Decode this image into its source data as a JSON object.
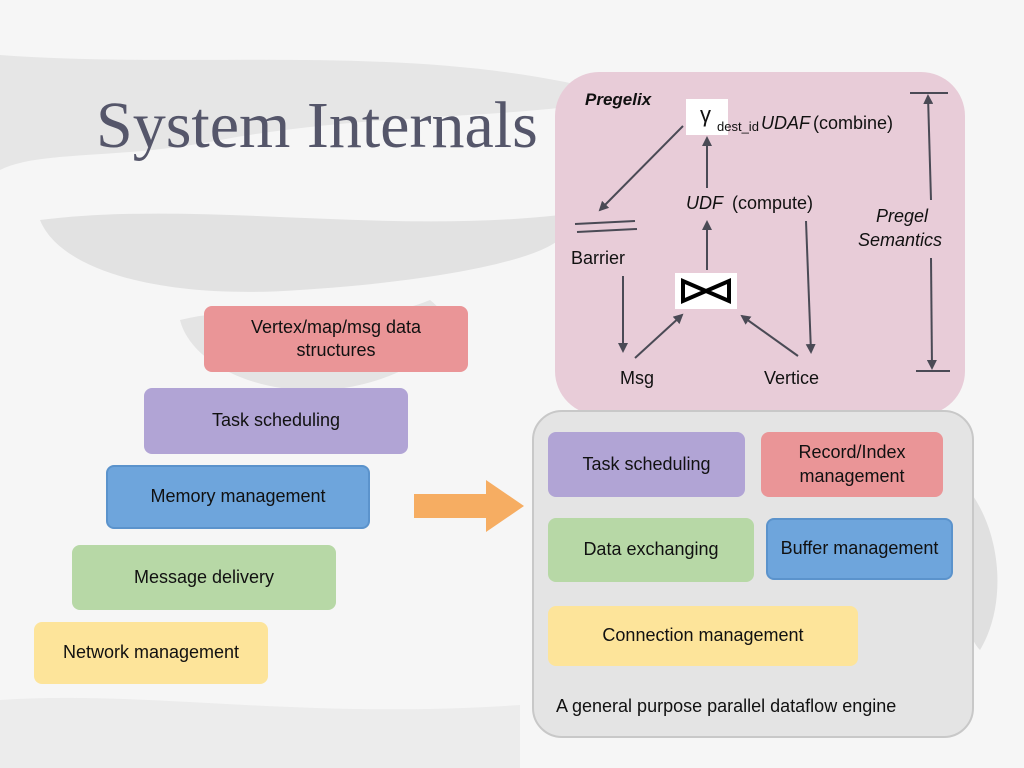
{
  "title": "System Internals",
  "left_stack": [
    {
      "label": "Vertex/map/msg data structures",
      "color": "#ea9597"
    },
    {
      "label": "Task scheduling",
      "color": "#b1a4d5"
    },
    {
      "label": "Memory management",
      "color": "#6ea5dc"
    },
    {
      "label": "Message delivery",
      "color": "#b7d8a6"
    },
    {
      "label": "Network management",
      "color": "#fde49a"
    }
  ],
  "arrow_color": "#f6ad62",
  "pregelix": {
    "title": "Pregelix",
    "gamma_symbol": "γ",
    "gamma_subscript": "dest_id",
    "udaf_label": "UDAF",
    "combine_label": "(combine)",
    "udf_label": "UDF",
    "compute_label": "(compute)",
    "barrier_label": "Barrier",
    "msg_label": "Msg",
    "vertice_label": "Vertice",
    "semantics_line1": "Pregel",
    "semantics_line2": "Semantics",
    "join_icon": "bowtie-join-icon",
    "panel_color": "#e8ccd8"
  },
  "engine": {
    "boxes": [
      {
        "label": "Task scheduling",
        "color": "#b1a4d5"
      },
      {
        "label": "Record/Index management",
        "color": "#ea9597"
      },
      {
        "label": "Data exchanging",
        "color": "#b7d8a6"
      },
      {
        "label": "Buffer management",
        "color": "#6ea5dc"
      },
      {
        "label": "Connection management",
        "color": "#fde49a"
      }
    ],
    "caption": "A general purpose parallel dataflow engine"
  }
}
